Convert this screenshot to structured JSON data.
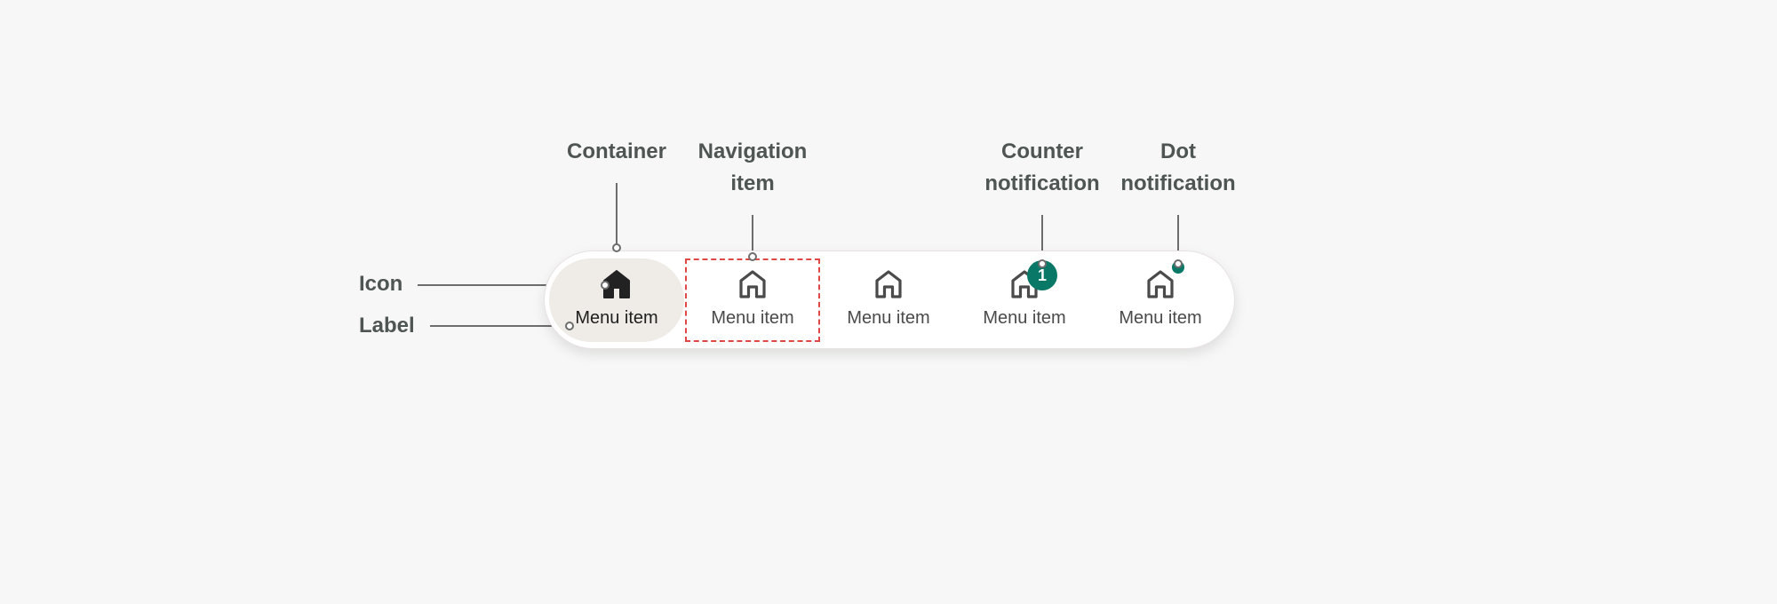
{
  "callouts": {
    "container": "Container",
    "navigation_item": [
      "Navigation",
      "item"
    ],
    "counter_notification": [
      "Counter",
      "notification"
    ],
    "dot_notification": [
      "Dot",
      "notification"
    ],
    "icon": "Icon",
    "label": "Label"
  },
  "navbar": {
    "items": [
      {
        "label": "Menu item",
        "icon": "home-icon",
        "state": "active"
      },
      {
        "label": "Menu item",
        "icon": "home-icon",
        "state": "outlined"
      },
      {
        "label": "Menu item",
        "icon": "home-icon",
        "state": "default"
      },
      {
        "label": "Menu item",
        "icon": "home-icon",
        "state": "default"
      },
      {
        "label": "Menu item",
        "icon": "home-icon",
        "state": "default"
      }
    ],
    "counter_value": "1"
  },
  "colors": {
    "background": "#f6f7f6",
    "active_fill": "#efebe6",
    "badge": "#0a7866",
    "outline": "#e04848",
    "callout_text": "#4f5553"
  }
}
